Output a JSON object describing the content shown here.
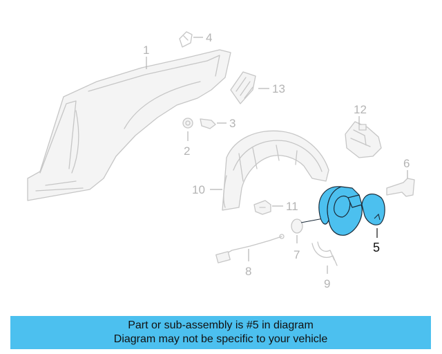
{
  "callouts": {
    "p1": "1",
    "p2": "2",
    "p3": "3",
    "p4": "4",
    "p5": "5",
    "p6": "6",
    "p7": "7",
    "p8": "8",
    "p9": "9",
    "p10": "10",
    "p11": "11",
    "p12": "12",
    "p13": "13"
  },
  "highlighted_part": "5",
  "colors": {
    "highlight": "#4cc0ef",
    "banner": "#4cc0ef",
    "outline": "#c6c6c6"
  },
  "notice": {
    "line1": "Part or sub-assembly is #5 in diagram",
    "line2": "Diagram may not be specific to your vehicle"
  }
}
